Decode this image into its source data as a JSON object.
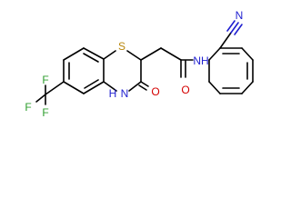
{
  "atoms": {
    "sulfur": "S",
    "amide_oxygen": "O",
    "amide_nh": "NH",
    "ring_nh": "N",
    "ring_h": "H",
    "ring_oxygen": "O",
    "nitrile_n": "N",
    "cf3_f_top": "F",
    "cf3_f_left": "F",
    "cf3_f_bottom": "F"
  },
  "colors": {
    "bond": "#000000",
    "carbon_text": "#000000",
    "sulfur": "#b8860b",
    "oxygen": "#d40000",
    "nitrogen": "#1f1fd0",
    "fluorine": "#2e9e2e"
  }
}
